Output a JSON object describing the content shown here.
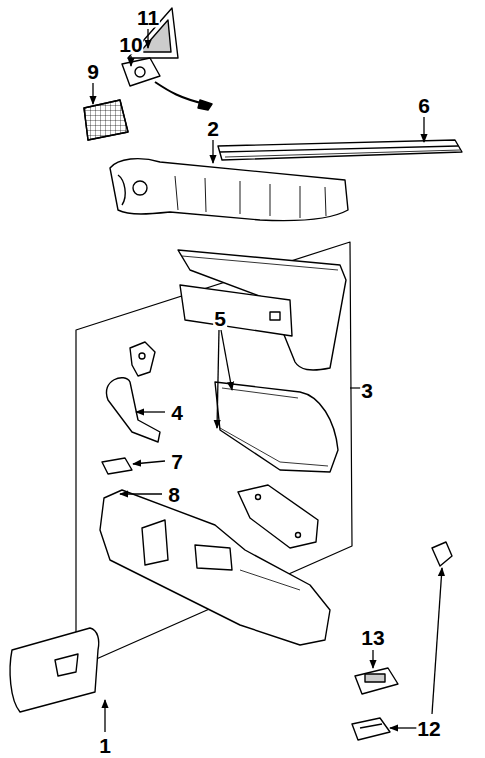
{
  "diagram": {
    "labels": [
      "11",
      "10",
      "9",
      "6",
      "2",
      "5",
      "3",
      "4",
      "7",
      "8",
      "13",
      "1",
      "12"
    ]
  }
}
